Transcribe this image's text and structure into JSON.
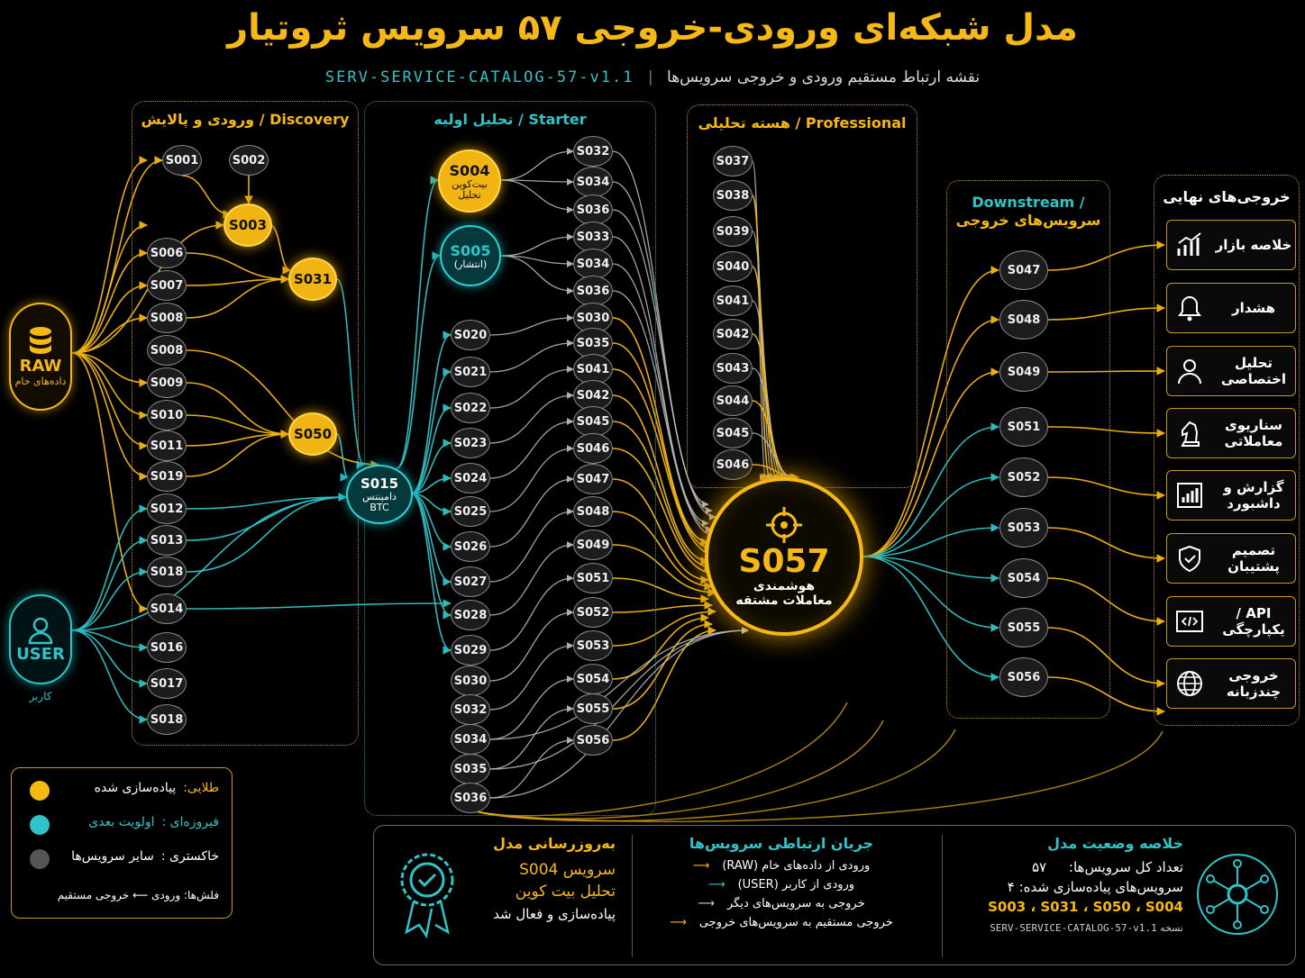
{
  "title": "مدل شبکه‌ای ورودی-خروجی ۵۷ سرویس ثروتیار",
  "subtitle_code": "SERV-SERVICE-CATALOG-57-v1.1",
  "subtitle_sep": "|",
  "subtitle_text": "نقشه ارتباط مستقیم ورودی و خروجی سرویس‌ها",
  "panels": {
    "discovery": "ورودی و پالایش / Discovery",
    "starter": "تحلیل اولیه / Starter",
    "professional": "هسته تحلیلی / Professional",
    "downstream_1": "Downstream /",
    "downstream_2": "سرویس‌های خروجی",
    "outputs": "خروجی‌های نهایی"
  },
  "sources": {
    "raw_label": "RAW",
    "raw_sub": "داده‌های خام",
    "user_label": "USER",
    "user_sub": "کاربر"
  },
  "discovery_nodes": [
    "S001",
    "S002",
    "S006",
    "S007",
    "S008",
    "S008",
    "S009",
    "S010",
    "S011",
    "S019",
    "S012",
    "S013",
    "S018",
    "S014",
    "S016",
    "S017",
    "S018"
  ],
  "gold_nodes": {
    "s003": "S003",
    "s031": "S031",
    "s050": "S050",
    "s004": "S004",
    "s004_sub1": "بیت‌کوین",
    "s004_sub2": "تحلیل"
  },
  "teal_nodes": {
    "s005": "S005",
    "s005_sub": "(انتشار)",
    "s015": "S015",
    "s015_sub1": "دامیننس",
    "s015_sub2": "BTC"
  },
  "starter_left": [
    "S020",
    "S021",
    "S022",
    "S023",
    "S024",
    "S025",
    "S026",
    "S027",
    "S028",
    "S029",
    "S030",
    "S032",
    "S034",
    "S035",
    "S036"
  ],
  "starter_right": [
    "S032",
    "S034",
    "S036",
    "S033",
    "S034",
    "S036",
    "S030",
    "S035",
    "S041",
    "S042",
    "S045",
    "S046",
    "S047",
    "S048",
    "S049",
    "S051",
    "S052",
    "S053",
    "S054",
    "S055",
    "S056"
  ],
  "professional_nodes": [
    "S037",
    "S038",
    "S039",
    "S040",
    "S041",
    "S042",
    "S043",
    "S044",
    "S045",
    "S046"
  ],
  "hub": {
    "id": "S057",
    "line1": "هوشمندی",
    "line2": "معاملات مشتقه"
  },
  "downstream_nodes": [
    "S047",
    "S048",
    "S049",
    "S051",
    "S052",
    "S053",
    "S054",
    "S055",
    "S056"
  ],
  "outputs": [
    {
      "label": "خلاصه بازار",
      "icon": "chart-up-icon"
    },
    {
      "label": "هشدار",
      "icon": "bell-icon"
    },
    {
      "label": "تحلیل اختصاصی",
      "icon": "user-icon"
    },
    {
      "label": "سناریوی معاملاتی",
      "icon": "chess-knight-icon"
    },
    {
      "label": "گزارش و داشبورد",
      "icon": "bar-chart-icon"
    },
    {
      "label": "تصمیم پشتیبان",
      "icon": "shield-check-icon"
    },
    {
      "label": "API / یکپارچگی",
      "icon": "code-icon"
    },
    {
      "label": "خروجی چندزبانه",
      "icon": "globe-icon"
    }
  ],
  "legend": {
    "gold_key": "طلایی:",
    "gold_val": "پیاده‌سازی شده",
    "teal_key": "فیروزه‌ای :",
    "teal_val": "اولویت بعدی",
    "gray_key": "خاکستری :",
    "gray_val": "سایر سرویس‌ها",
    "arrows": "فلش‌ها: ورودی ⟵ خروجی مستقیم"
  },
  "bottom": {
    "update_title": "به‌روزرسانی مدل",
    "update_l1": "سرویس S004",
    "update_l2": "تحلیل بیت کوین",
    "update_l3": "پیاده‌سازی و فعال شد",
    "flow_title": "جریان ارتباطی سرویس‌ها",
    "flow_items": [
      "ورودی از داده‌های خام (RAW)",
      "ورودی از کاربر (USER)",
      "خروجی به سرویس‌های دیگر",
      "خروجی مستقیم به سرویس‌های خروجی"
    ],
    "status_title": "خلاصه وضعیت مدل",
    "status_total_label": "تعداد کل سرویس‌ها:",
    "status_total": "۵۷",
    "status_impl_label": "سرویس‌های پیاده‌سازی شده: ۴",
    "status_impl_list": "S003 ، S031 ، S050 ، S004",
    "version_label": "نسخه",
    "version": "SERV-SERVICE-CATALOG-57-v1.1"
  },
  "colors": {
    "gold": "#f5b814",
    "teal": "#2ec4c8",
    "gray": "#9a9a9a",
    "background": "#000000"
  }
}
